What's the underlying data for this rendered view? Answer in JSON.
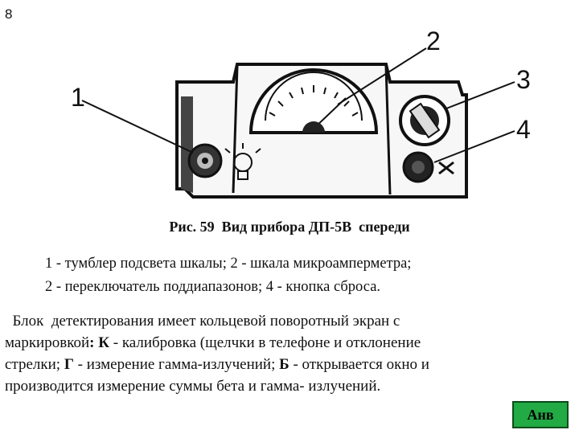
{
  "page": {
    "number": "8"
  },
  "figure": {
    "callouts": [
      "1",
      "2",
      "3",
      "4"
    ],
    "caption": "Рис. 59  Вид прибора ДП-5В  спереди"
  },
  "legend": [
    "1 - тумблер подсвета шкалы; 2 - шкала микроамперметра;",
    "2 - переключатель поддиапазонов; 4 - кнопка сброса."
  ],
  "body": {
    "line1": "  Блок  детектирования имеет кольцевой поворотный экран с",
    "line2_a": "маркировкой",
    "line2_b": ": К",
    "line2_c": " - калибровка (щелчки в телефоне и отклонение",
    "line3_a": "стрелки; ",
    "line3_b": "Г",
    "line3_c": " - измерение гамма-излучений; ",
    "line3_d": "Б",
    "line3_e": " - открывается окно и",
    "line4": "производится измерение суммы бета и гамма- излучений."
  },
  "nav": {
    "label": "Анв"
  }
}
